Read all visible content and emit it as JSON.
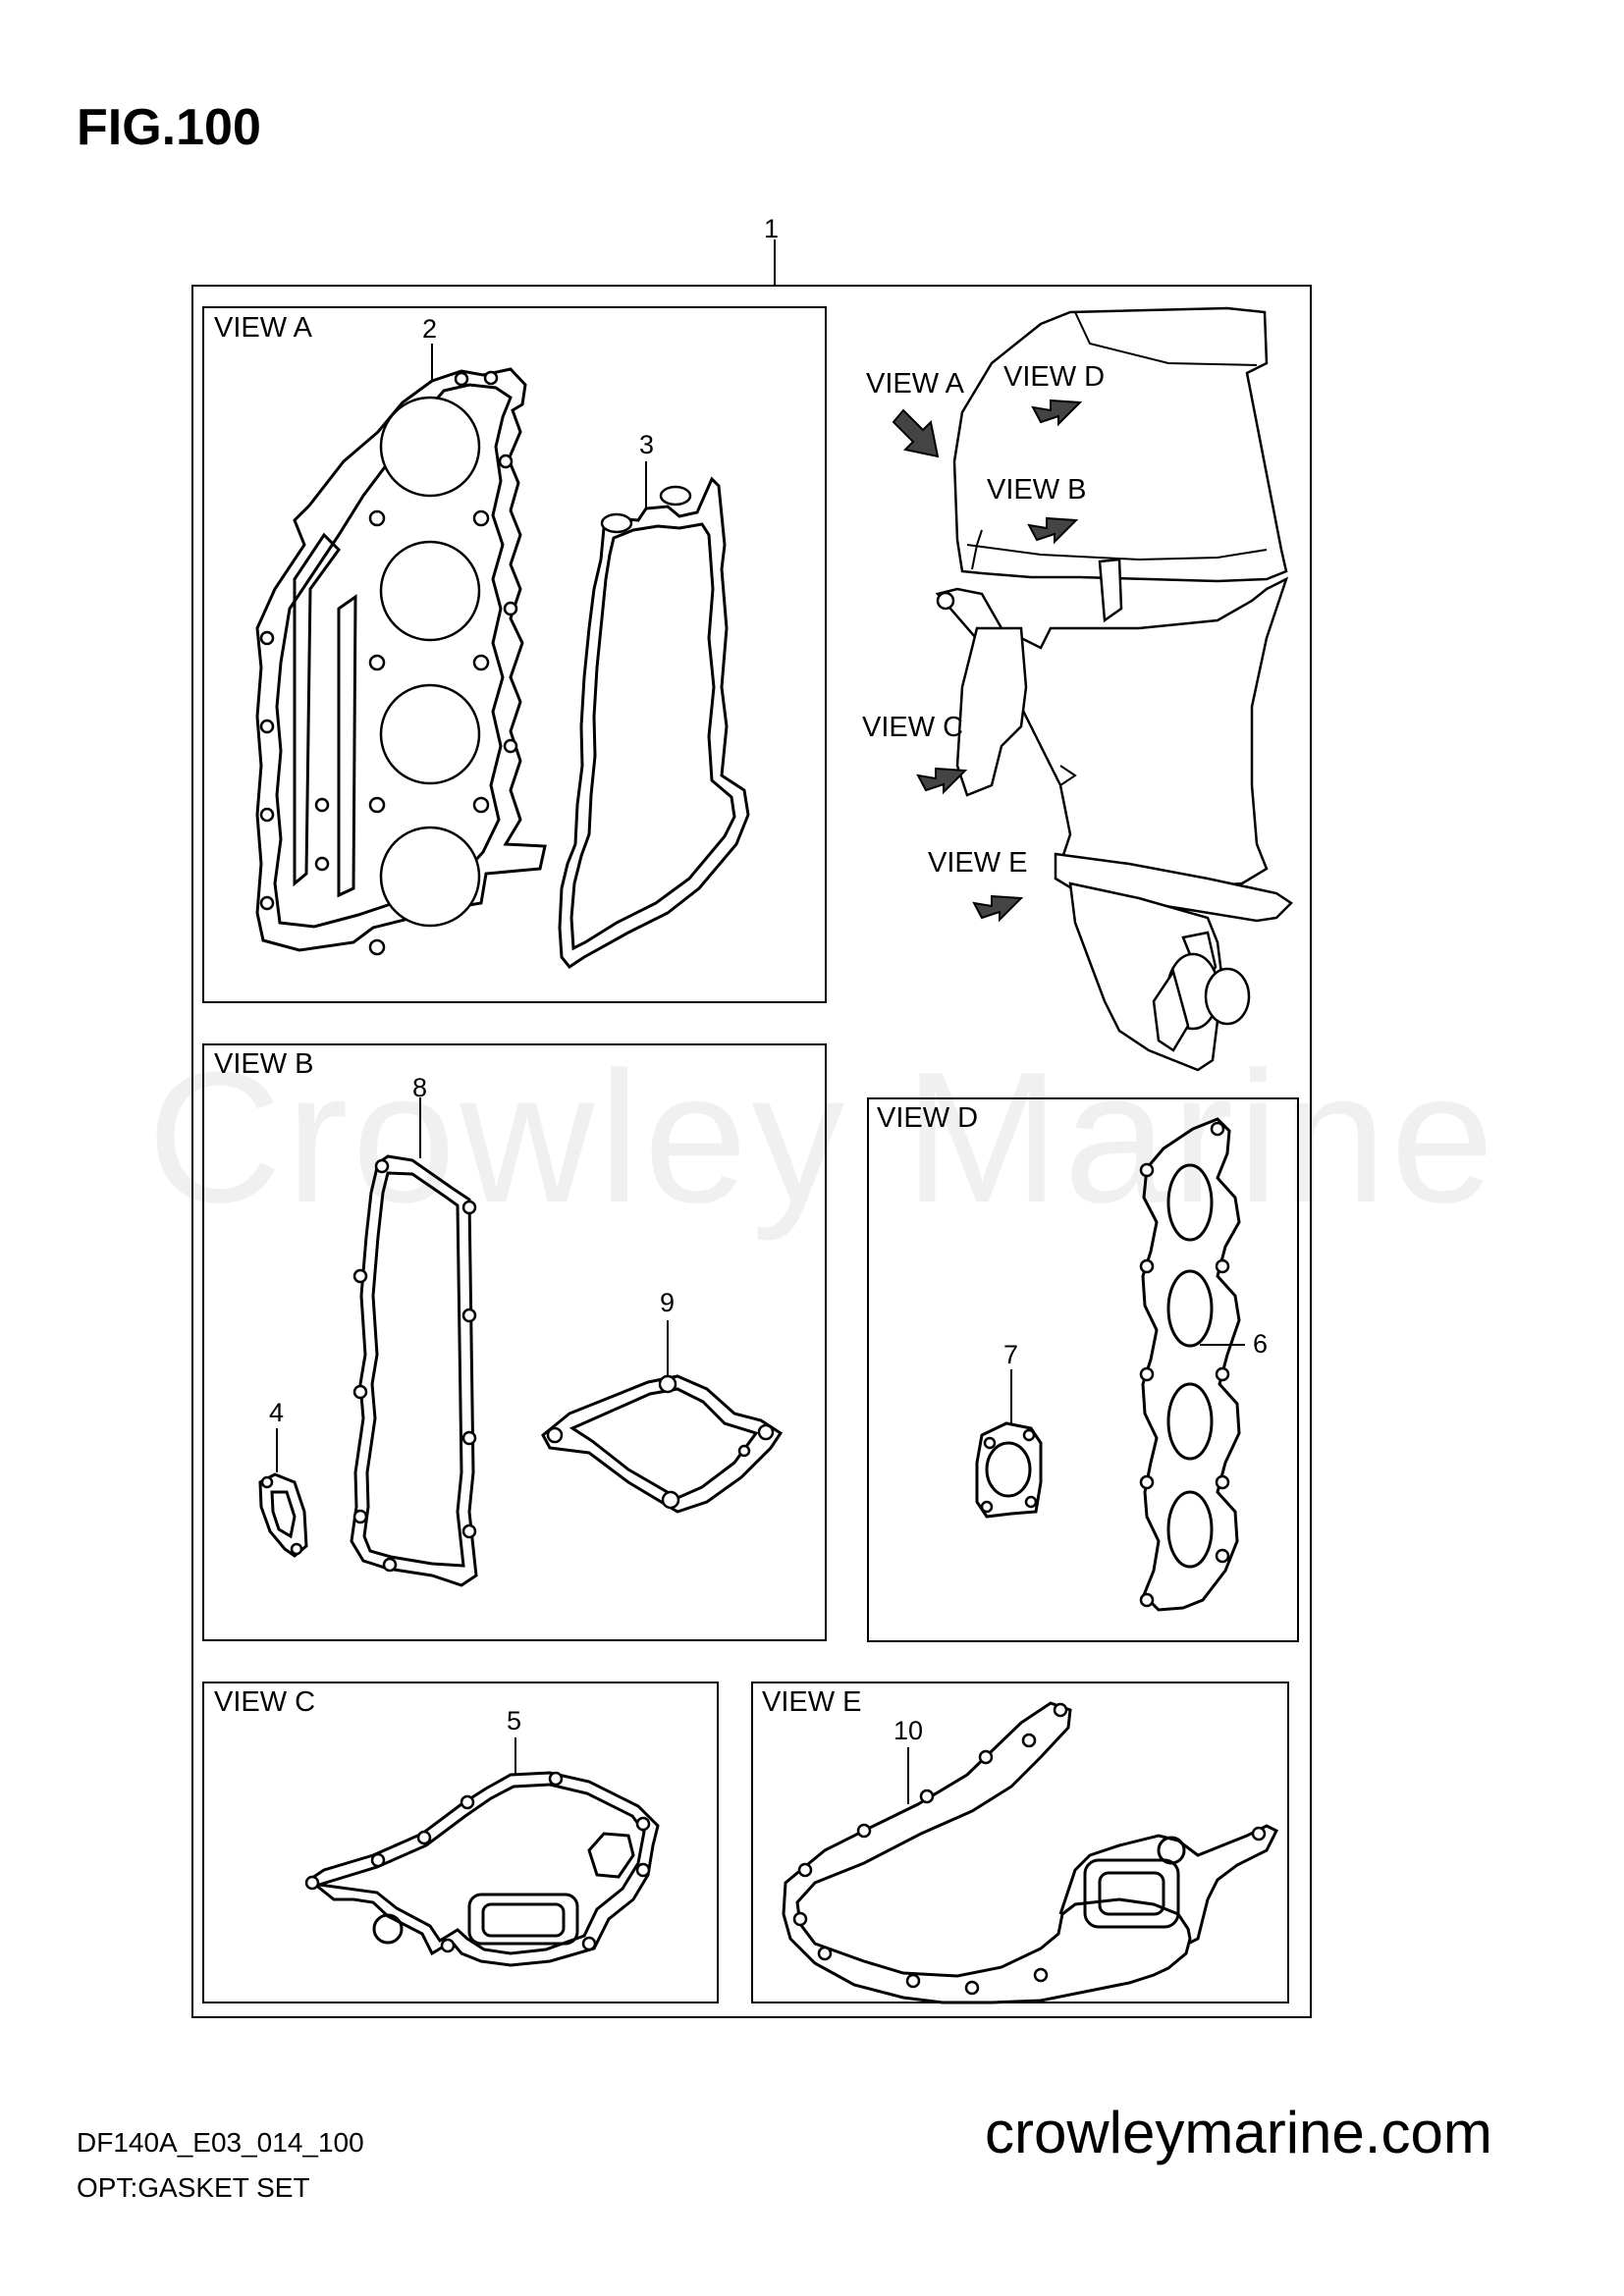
{
  "figure": {
    "title": "FIG.100",
    "kit_callout": "1"
  },
  "views": {
    "a": {
      "title": "VIEW A",
      "callouts": [
        "2",
        "3"
      ]
    },
    "b": {
      "title": "VIEW B",
      "callouts": [
        "8",
        "9",
        "4"
      ]
    },
    "c": {
      "title": "VIEW C",
      "callouts": [
        "5"
      ]
    },
    "d": {
      "title": "VIEW D",
      "callouts": [
        "7",
        "6"
      ]
    },
    "e": {
      "title": "VIEW E",
      "callouts": [
        "10"
      ]
    }
  },
  "overview_labels": {
    "view_a": "VIEW A",
    "view_b": "VIEW B",
    "view_c": "VIEW C",
    "view_d": "VIEW D",
    "view_e": "VIEW E"
  },
  "watermark": "Crowley Marine",
  "footer": {
    "code": "DF140A_E03_014_100",
    "name": "OPT:GASKET SET",
    "site": "crowleymarine.com"
  }
}
